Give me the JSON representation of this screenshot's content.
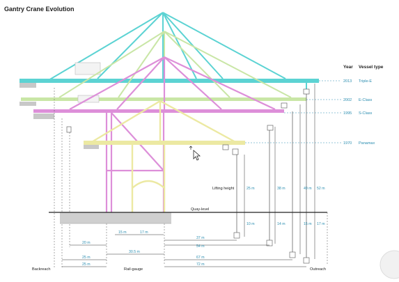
{
  "title": "Gantry Crane Evolution",
  "headers": {
    "year": "Year",
    "vessel": "Vessel type"
  },
  "legend": [
    {
      "year": "2013",
      "vessel": "Triple-E",
      "color": "#5cd3d3"
    },
    {
      "year": "2002",
      "vessel": "E-Class",
      "color": "#b5e39a"
    },
    {
      "year": "1995",
      "vessel": "S-Class",
      "color": "#dd8fd9"
    },
    {
      "year": "1970",
      "vessel": "Panamax",
      "color": "#f0eba8"
    }
  ],
  "labels": {
    "lifting_height": "Lifting height",
    "quay_level": "Quay-level",
    "backreach": "Backreach",
    "rail_gauge": "Rail-gauge",
    "outreach": "Outreach"
  },
  "lifting_heights": [
    "25 m",
    "38 m",
    "49 m",
    "52 m"
  ],
  "depths": [
    "10 m",
    "14 m",
    "15 m",
    "17 m"
  ],
  "gauge_dims": [
    "15 m",
    "17 m",
    "30.5 m"
  ],
  "backreach_dims": [
    "20 m",
    "25 m",
    "25 m"
  ],
  "outreach_dims": [
    "37 m",
    "54 m",
    "67 m",
    "72 m"
  ]
}
